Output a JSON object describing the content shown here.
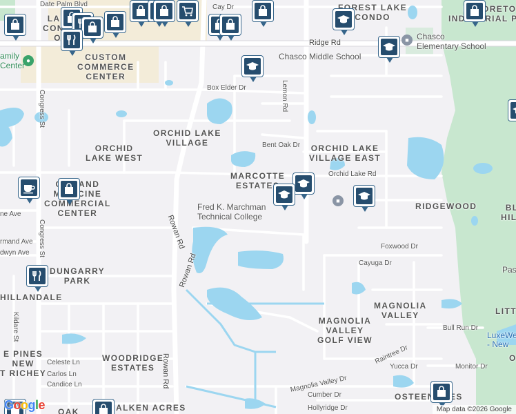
{
  "map": {
    "labels": {
      "date_palm": "Date Palm Blvd",
      "cay_dr": "Cay Dr",
      "forest_lake": "FOREST LAKE\nCONDO",
      "ef_industrial": "EF  ORETO\nINDUSTRIAL PAR",
      "lake_condo": "LAKE\nCONDO\nOF",
      "ridge_rd": "Ridge Rd",
      "chasco_elem": "Chasco\nElementary School",
      "chasco_middle": "Chasco Middle School",
      "family_center": "amily\nCenter",
      "custom_commerce": "CUSTOM\nCOMMERCE\nCENTER",
      "box_elder": "Box Elder Dr",
      "lemon_rd": "Lemon Rd",
      "congress_st_upper": "Congress St",
      "orchid_lake_village": "ORCHID LAKE\nVILLAGE",
      "orchid_lake_west": "ORCHID\nLAKE WEST",
      "bent_oak": "Bent Oak Dr",
      "orchid_lake_village_east": "ORCHID LAKE\nVILLAGE EAST",
      "orchid_lake_rd": "Orchid Lake Rd",
      "marcotte_estates": "MARCOTTE\nESTATES",
      "oakland_medicine": "O   LAND\nMEDICINE\nCOMMERCIAL\nCENTER",
      "marchman": "Fred K. Marchman\nTechnical College",
      "ridgewood": "RIDGEWOOD",
      "bl_hill": "BL\nHILL",
      "rowan_rd_upper": "Rowan Rd",
      "foxwood": "Foxwood Dr",
      "cayuga": "Cayuga Dr",
      "congress_st_lower": "Congress St",
      "pine_ave": "ne Ave",
      "dermand": "rmand Ave",
      "edwyn": "dwyn Ave",
      "dungarry": "DUNGARRY\nPARK",
      "hillandale": "HILLANDALE",
      "pas": "Pas",
      "litt": "LITT",
      "magnolia_valley": "MAGNOLIA\nVALLEY",
      "magnolia_valley_golf": "MAGNOLIA\nVALLEY\nGOLF VIEW",
      "rowan_rd_mid": "Rowan Rd",
      "kildare": "Kildare St",
      "bull_run": "Bull Run Dr",
      "luxewell": "LuxeWe\n- New",
      "pines": "E PINES\nNEW\nT RICHEY",
      "celeste": "Celeste Ln",
      "carlos": "Carlos Ln",
      "candice": "Candice Ln",
      "woodridge": "WOODRIDGE\nESTATES",
      "raintree": "Raintree Dr",
      "yucca": "Yucca Dr",
      "monitor": "Monitor Dr",
      "rowan_rd_lower": "Rowan Rd",
      "magnolia_valley_dr": "Magnolia Valley Dr",
      "cumber": "Cumber Dr",
      "hollyridge": "Hollyridge Dr",
      "osteen": "OSTEEN  ATES",
      "falken": "ALKEN ACRES",
      "oak": "OAK",
      "o_right": "O"
    },
    "attribution": "Map data ©2026 Google",
    "logo": "Google",
    "colors": {
      "water": "#9cd6f0",
      "park": "#c8e7cf",
      "road": "#ffffff",
      "commercial": "#f3ecd9",
      "marker": "#264d6e",
      "marker_border": "#36658a"
    },
    "markers": [
      {
        "icon": "shopping-bag-icon"
      },
      {
        "icon": "shopping-bag-icon"
      },
      {
        "icon": "shopping-bag-icon"
      },
      {
        "icon": "shopping-bag-icon"
      },
      {
        "icon": "shopping-bag-icon"
      },
      {
        "icon": "restaurant-icon"
      },
      {
        "icon": "shopping-cart-icon"
      },
      {
        "icon": "shopping-bag-icon"
      },
      {
        "icon": "shopping-bag-icon"
      },
      {
        "icon": "school-icon"
      },
      {
        "icon": "shopping-bag-icon"
      },
      {
        "icon": "restaurant-icon"
      },
      {
        "icon": "school-icon"
      },
      {
        "icon": "school-icon"
      },
      {
        "icon": "school-icon"
      },
      {
        "icon": "school-icon"
      },
      {
        "icon": "school-icon"
      },
      {
        "icon": "coffee-icon"
      },
      {
        "icon": "shopping-bag-icon"
      },
      {
        "icon": "restaurant-icon"
      },
      {
        "icon": "shopping-bag-icon"
      },
      {
        "icon": "shopping-bag-icon"
      },
      {
        "icon": "school-icon"
      }
    ]
  }
}
